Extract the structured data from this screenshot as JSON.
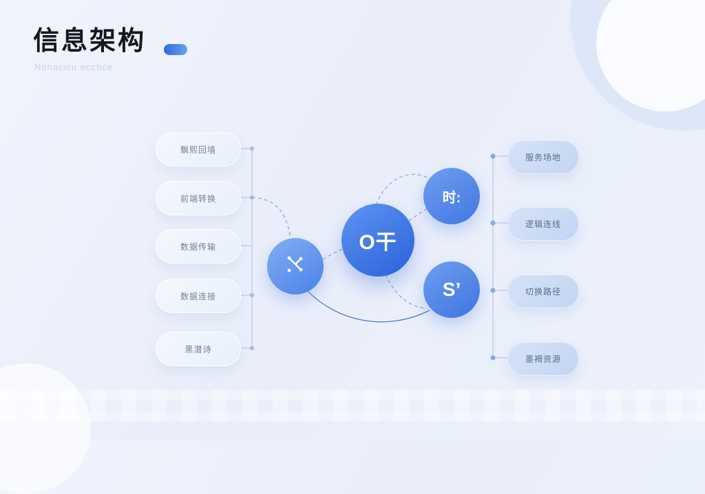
{
  "page": {
    "title": "信息架构",
    "subtitle": "Nonacicu ecctice"
  },
  "colors": {
    "accent_blue": "#3a74e6",
    "line_gray_blue": "#b9c7de",
    "dash_blue": "#8fa9cc",
    "pill_left_text": "#76829a",
    "pill_right_text": "#5e6d87",
    "title_text": "#16181d"
  },
  "diagram": {
    "left_items": [
      {
        "label": "飘熙回墙"
      },
      {
        "label": "前端转换"
      },
      {
        "label": "数据传输"
      },
      {
        "label": "数据连接"
      },
      {
        "label": "黑潜诗"
      }
    ],
    "right_items": [
      {
        "label": "服务场地"
      },
      {
        "label": "逻辑连线"
      },
      {
        "label": "切换路径"
      },
      {
        "label": "墨褐资源"
      }
    ],
    "nodes": {
      "hub": {
        "label": "O干"
      },
      "left": {
        "icon": "network-x-icon"
      },
      "top_right": {
        "label": "时:"
      },
      "bottom_right": {
        "label": "S’"
      }
    }
  }
}
